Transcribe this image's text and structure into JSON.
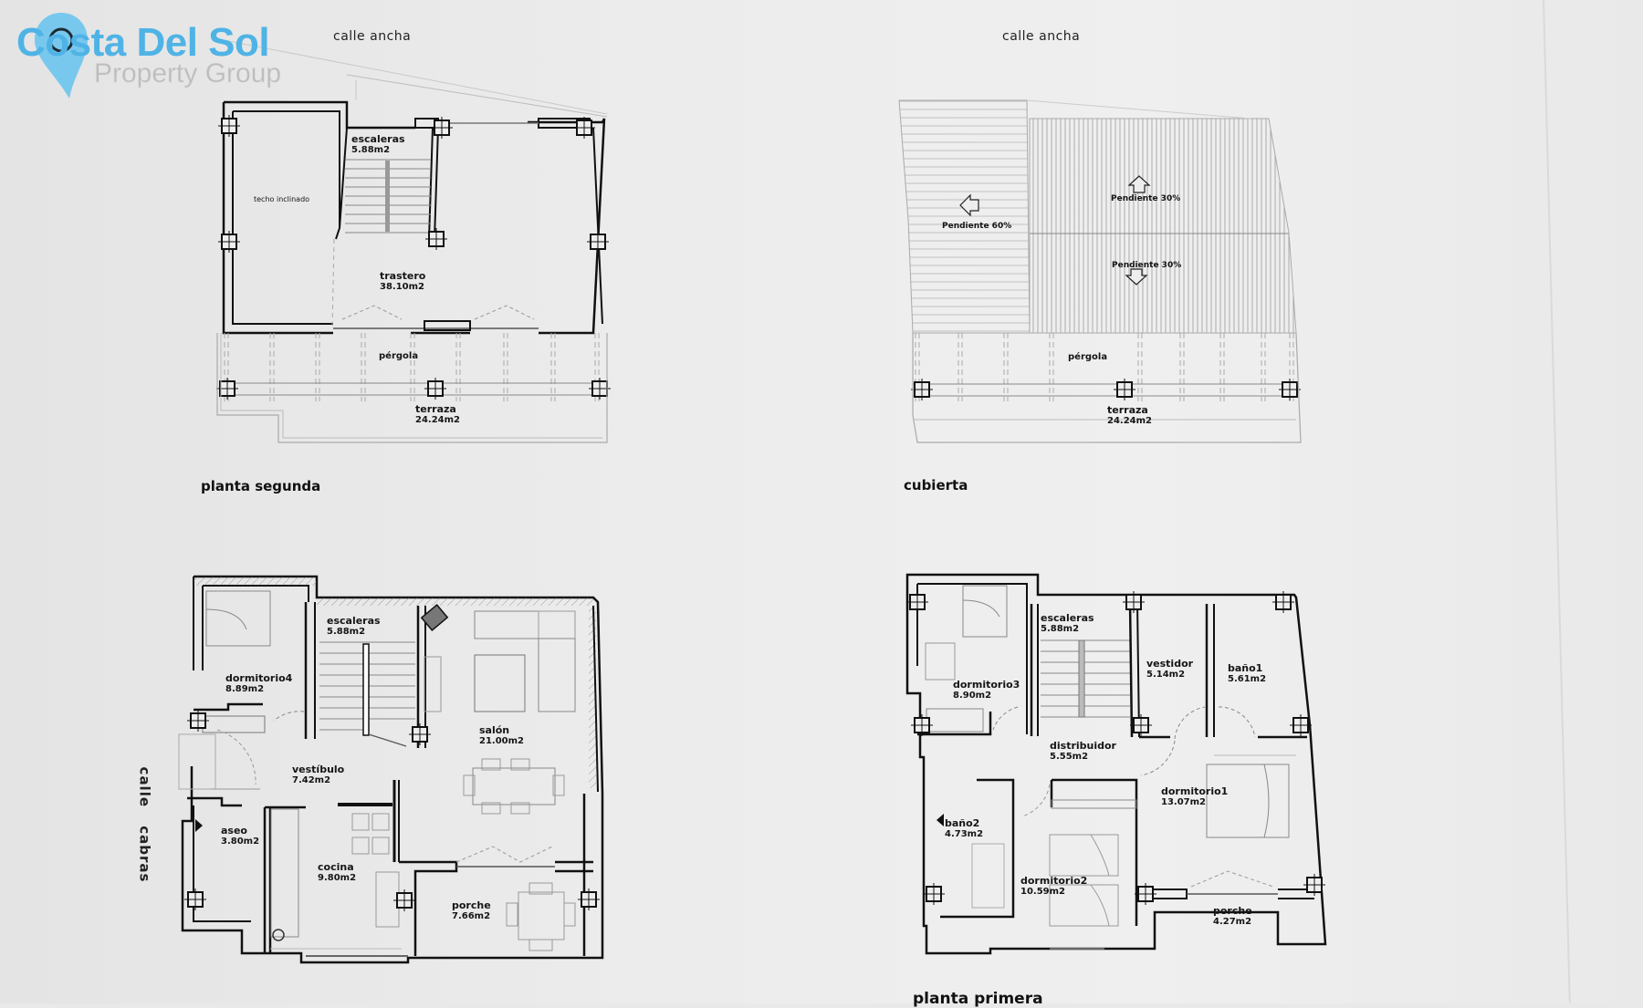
{
  "logo": {
    "name": "Costa Del Sol",
    "tagline": "Property Group",
    "brand_color": "#4fb3e6"
  },
  "streets": {
    "top_left": "calle ancha",
    "top_right": "calle ancha",
    "side": "calle cabras"
  },
  "plans": {
    "planta_segunda": {
      "title": "planta segunda",
      "rooms": [
        {
          "name": "escaleras",
          "area": "5.88m2"
        },
        {
          "name": "techo inclinado",
          "area": ""
        },
        {
          "name": "trastero",
          "area": "38.10m2"
        },
        {
          "name": "pérgola",
          "area": ""
        },
        {
          "name": "terraza",
          "area": "24.24m2"
        }
      ]
    },
    "cubierta": {
      "title": "cubierta",
      "slopes": [
        {
          "label": "Pendiente 60%",
          "direction": "left"
        },
        {
          "label": "Pendiente 30%",
          "direction": "up"
        },
        {
          "label": "Pendiente 30%",
          "direction": "down"
        }
      ],
      "rooms": [
        {
          "name": "pérgola",
          "area": ""
        },
        {
          "name": "terraza",
          "area": "24.24m2"
        }
      ]
    },
    "planta_baja": {
      "rooms": [
        {
          "name": "dormitorio4",
          "area": "8.89m2"
        },
        {
          "name": "escaleras",
          "area": "5.88m2"
        },
        {
          "name": "salón",
          "area": "21.00m2"
        },
        {
          "name": "vestíbulo",
          "area": "7.42m2"
        },
        {
          "name": "aseo",
          "area": "3.80m2"
        },
        {
          "name": "cocina",
          "area": "9.80m2"
        },
        {
          "name": "porche",
          "area": "7.66m2"
        }
      ]
    },
    "planta_primera": {
      "title": "planta primera",
      "rooms": [
        {
          "name": "dormitorio3",
          "area": "8.90m2"
        },
        {
          "name": "escaleras",
          "area": "5.88m2"
        },
        {
          "name": "vestidor",
          "area": "5.14m2"
        },
        {
          "name": "baño1",
          "area": "5.61m2"
        },
        {
          "name": "distribuidor",
          "area": "5.55m2"
        },
        {
          "name": "dormitorio1",
          "area": "13.07m2"
        },
        {
          "name": "baño2",
          "area": "4.73m2"
        },
        {
          "name": "dormitorio2",
          "area": "10.59m2"
        },
        {
          "name": "porche",
          "area": "4.27m2"
        }
      ]
    }
  }
}
